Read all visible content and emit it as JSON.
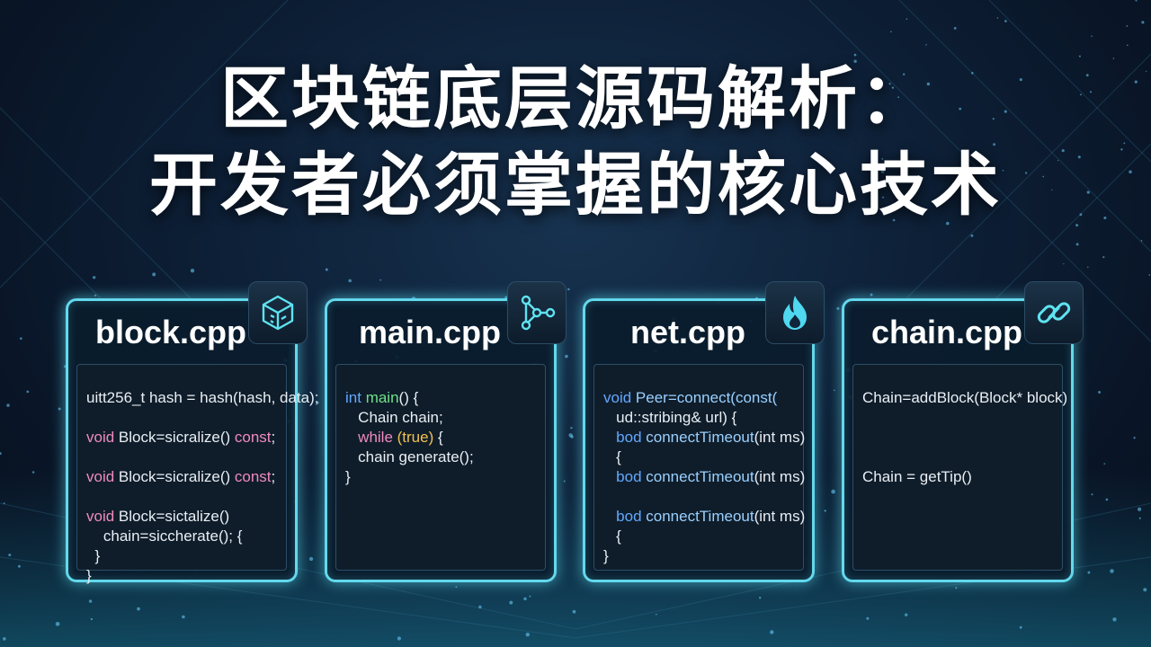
{
  "title": {
    "line1": "区块链底层源码解析：",
    "line2": "开发者必须掌握的核心技术"
  },
  "cards": [
    {
      "file": "block.cpp",
      "icon": "cube-icon",
      "code": [
        "uitt256_t hash = hash(hash, data);",
        "",
        "void Block=sicralize() const;",
        "",
        "void Block=sicralize() const;",
        "",
        "void Block=sictalize()",
        "    chain=siccherate(); {",
        "  }",
        "}"
      ]
    },
    {
      "file": "main.cpp",
      "icon": "network-nodes-icon",
      "code": [
        "int main() {",
        "   Chain chain;",
        "   while (true) {",
        "   chain generate();",
        "}"
      ]
    },
    {
      "file": "net.cpp",
      "icon": "flame-icon",
      "code": [
        "void Peer=connect(const(",
        "   ud::stribing& url) {",
        "   bod connectTimeout(int ms)",
        "   {",
        "   bod connectTimeout(int ms)",
        "",
        "   bod connectTimeout(int ms)",
        "   {",
        "}"
      ]
    },
    {
      "file": "chain.cpp",
      "icon": "chain-link-icon",
      "code": [
        "Chain=addBlock(Block* block)",
        "",
        "",
        "",
        "Chain = getTip()"
      ]
    }
  ],
  "colors": {
    "card_border": "#63d8ec",
    "background": "#0d1f36",
    "keyword_pink": "#f08abf",
    "keyword_blue": "#62a8ff",
    "keyword_green": "#6fe08a",
    "keyword_yellow": "#f0c050"
  }
}
